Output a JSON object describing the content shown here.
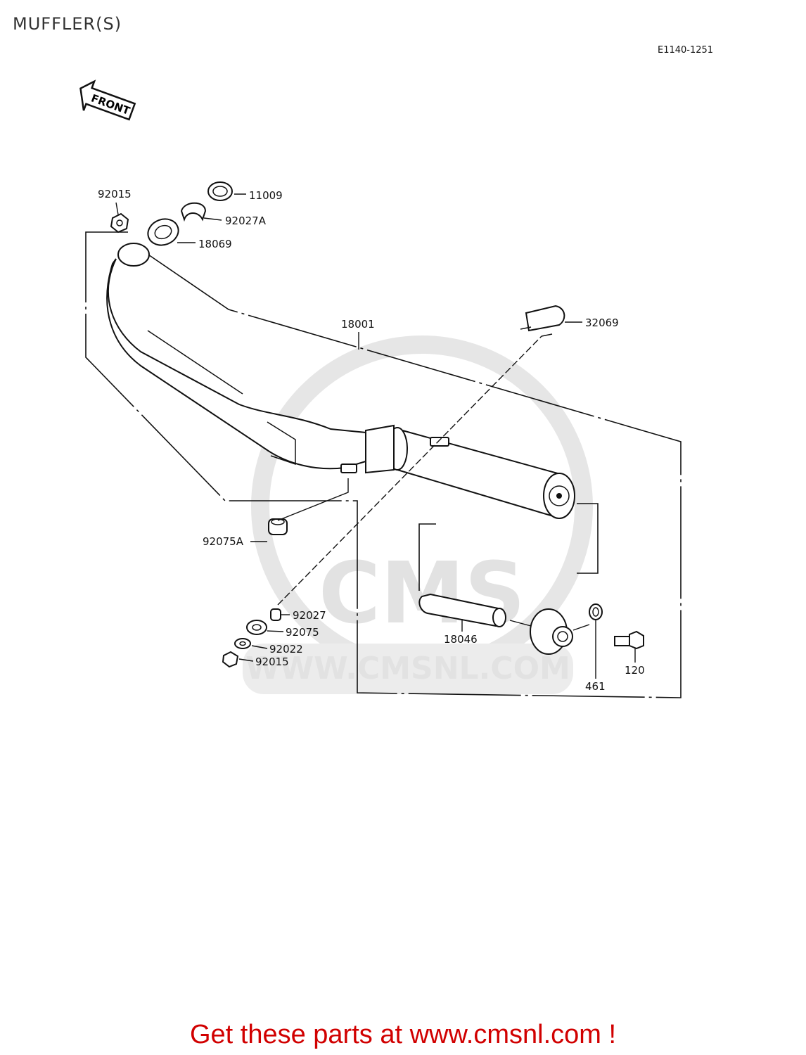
{
  "page": {
    "title": "MUFFLER(S)",
    "diagram_code": "E1140-1251"
  },
  "front_arrow_label": "FRONT",
  "parts": {
    "p92015_top": "92015",
    "p11009": "11009",
    "p92027A": "92027A",
    "p18069": "18069",
    "p18001": "18001",
    "p32069": "32069",
    "p92075A": "92075A",
    "p92027": "92027",
    "p92075": "92075",
    "p92022": "92022",
    "p92015_bottom": "92015",
    "p18046": "18046",
    "p461": "461",
    "p120": "120"
  },
  "watermark": {
    "logo_text": "CMS",
    "url_text": "WWW.CMSNL.COM"
  },
  "footer": {
    "link_text": "Get these parts at www.cmsnl.com !"
  },
  "colors": {
    "footer": "#d10000",
    "watermark": "#e2e2e2",
    "line": "#111111"
  }
}
